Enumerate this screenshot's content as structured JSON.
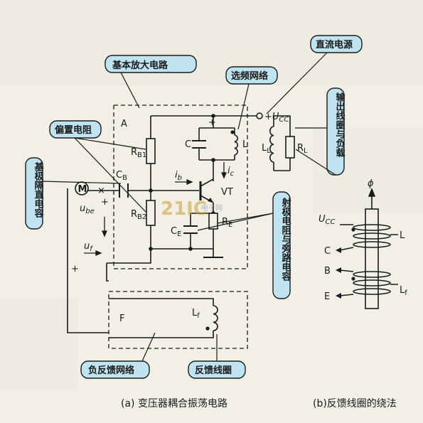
{
  "watermark": {
    "brand": "21IC",
    "sub": "电子网"
  },
  "callouts": {
    "basic_amp": "基本放大电路",
    "freq_select": "选频网络",
    "dc_supply": "直流电源",
    "output_load": "输出线圈与负载",
    "bias_resistor": "偏置电阻",
    "base_coupling_cap": "基极隔直电容",
    "emitter_bypass": "射极电阻与旁路电容",
    "neg_feedback": "负反馈网络",
    "feedback_coil": "反馈线圈"
  },
  "components": {
    "A": "A",
    "F": "F",
    "C": "C",
    "L": "L",
    "RB1": "R",
    "RB1_sub": "B1",
    "RB2": "R",
    "RB2_sub": "B2",
    "CB": "C",
    "CB_sub": "B",
    "CE": "C",
    "CE_sub": "E",
    "RE": "R",
    "RE_sub": "E",
    "VT": "VT",
    "ib": "i",
    "ib_sub": "b",
    "ic": "i",
    "ic_sub": "c",
    "ube": "u",
    "ube_sub": "be",
    "uf": "u",
    "uf_sub": "f",
    "Lf": "L",
    "Lf_sub": "f",
    "LL": "L",
    "LL_sub": "L",
    "RL": "R",
    "RL_sub": "L",
    "Ucc": "+U",
    "Ucc_sub": "CC",
    "motor": "M",
    "plus": "+",
    "minus": "-"
  },
  "winding": {
    "phi": "ϕ",
    "Ucc": "U",
    "Ucc_sub": "CC",
    "C": "C",
    "B": "B",
    "E": "E",
    "L": "L",
    "Lf": "L",
    "Lf_sub": "f"
  },
  "captions": {
    "a": "(a) 变压器耦合振荡电路",
    "b": "(b)反馈线圈的绕法"
  },
  "colors": {
    "callout_fill": "#bfe3f0",
    "background": "#f1efe6",
    "line": "#1a1a1a"
  }
}
